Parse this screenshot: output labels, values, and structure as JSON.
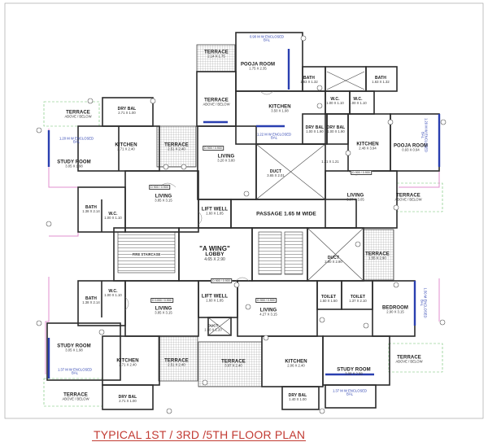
{
  "title": "TYPICAL 1ST / 3RD /5TH FLOOR PLAN",
  "wing_label": "\"A WING\"",
  "rooms": {
    "terrace_top": {
      "name": "TERRACE",
      "dims": "2.14 X 1.75"
    },
    "pooja_top": {
      "name": "POOJA ROOM",
      "dims": "1.75 X 2.35"
    },
    "enc_top": {
      "name": "0.90 M W ENCLOSED",
      "dims": "BAL"
    },
    "bath_top_1": {
      "name": "BATH",
      "dims": "1.83 X 1.32"
    },
    "bath_top_2": {
      "name": "BATH",
      "dims": "1.63 X 1.32"
    },
    "terrace_top_ab": {
      "name": "TERRACE",
      "dims": "ABOVE / BELOW"
    },
    "kitchen_top": {
      "name": "KITCHEN",
      "dims": "3.50 X 1.98"
    },
    "wc_top_1": {
      "name": "W.C.",
      "dims": "1.00 X 1.10"
    },
    "wc_top_2": {
      "name": "W.C.",
      "dims": "1.00 X 1.10"
    },
    "terrace_ul": {
      "name": "TERRACE",
      "dims": "ABOVE / BELOW"
    },
    "drybal_ul": {
      "name": "DRY BAL",
      "dims": "2.71 X 1.00"
    },
    "enc_ul": {
      "name": "1.20 M W ENCLOSED",
      "dims": "BAL"
    },
    "kitchen_ul": {
      "name": "KITCHEN",
      "dims": "2.71 X 2.40"
    },
    "terrace_ul2": {
      "name": "TERRACE",
      "dims": "2.51 X 2.40"
    },
    "study_ul": {
      "name": "STUDY ROOM",
      "dims": "3.05 X 1.98"
    },
    "enc_mid": {
      "name": "1.22 M W ENCLOSED",
      "dims": "BAL"
    },
    "drybal_top_1": {
      "name": "DRY BAL",
      "dims": "1.00 X 1.90"
    },
    "drybal_top_2": {
      "name": "DRY BAL",
      "dims": "1.00 X 1.90"
    },
    "living_top": {
      "name": "LIVING",
      "dims": "3.20 X 3.80"
    },
    "kitchen_ur": {
      "name": "KITCHEN",
      "dims": "2.48 X 3.94"
    },
    "pooja_ur": {
      "name": "POOJA ROOM",
      "dims": "0.93 X 0.94"
    },
    "enc_ur_top": {
      "name": "1.20 M W ENCLOSED",
      "dims": "BAL"
    },
    "duct_top": {
      "name": "DUCT",
      "dims": "3.65 X 2.01"
    },
    "living_ul": {
      "name": "LIVING",
      "dims": "3.85 X 3.15"
    },
    "living_ur": {
      "name": "LIVING",
      "dims": "3.07 X 3.05"
    },
    "terrace_ur": {
      "name": "TERRACE",
      "dims": "ABOVE / BELOW"
    },
    "bath_ul": {
      "name": "BATH",
      "dims": "1.38 X 2.14"
    },
    "wc_ul": {
      "name": "W.C.",
      "dims": "1.00 X 1.10"
    },
    "liftwell_top": {
      "name": "LIFT WELL",
      "dims": "1.60 X 1.85"
    },
    "passage": {
      "name": "PASSAGE 1.65 M WIDE",
      "dims": ""
    },
    "fire_staircase": {
      "name": "FIRE STAIRCASE",
      "dims": ""
    },
    "lobby": {
      "name": "LOBBY",
      "dims": "4.65 X 2.90"
    },
    "duct_right": {
      "name": "DUCT",
      "dims": "2.90 X 2.90"
    },
    "terrace_right": {
      "name": "TERRACE",
      "dims": "1.55 X 2.90"
    },
    "bath_ll": {
      "name": "BATH",
      "dims": "1.38 X 2.14"
    },
    "wc_ll": {
      "name": "W.C.",
      "dims": "1.00 X 1.10"
    },
    "living_ll": {
      "name": "LIVING",
      "dims": "3.85 X 3.15"
    },
    "liftwell_bot": {
      "name": "LIFT WELL",
      "dims": "1.60 X 1.85"
    },
    "living_lm": {
      "name": "LIVING",
      "dims": "4.27 X 3.15"
    },
    "toilet_1": {
      "name": "TOILET",
      "dims": "1.50 X 1.50"
    },
    "toilet_2": {
      "name": "TOILET",
      "dims": "1.37 X 2.10"
    },
    "bedroom_lr": {
      "name": "BEDROOM",
      "dims": "2.90 X 3.15"
    },
    "enc_lr": {
      "name": "1.50 M ENCLOSED",
      "dims": "BAL"
    },
    "duct_bot": {
      "name": "DUCT",
      "dims": "1.50 X 1.20"
    },
    "study_ll": {
      "name": "STUDY ROOM",
      "dims": "3.05 X 1.98"
    },
    "kitchen_ll": {
      "name": "KITCHEN",
      "dims": "2.71 X 2.40"
    },
    "terrace_ll": {
      "name": "TERRACE",
      "dims": "2.51 X 2.40"
    },
    "terrace_lm": {
      "name": "TERRACE",
      "dims": "3.97 X 2.40"
    },
    "kitchen_lm": {
      "name": "KITCHEN",
      "dims": "2.06 X 2.40"
    },
    "study_lr": {
      "name": "STUDY ROOM",
      "dims": "3.08 X 2.98"
    },
    "terrace_lr": {
      "name": "TERRACE",
      "dims": "ABOVE / BELOW"
    },
    "enc_ll": {
      "name": "1.37 M W ENCLOSED",
      "dims": "BAL"
    },
    "terrace_ll2": {
      "name": "TERRACE",
      "dims": "ABOVE / BELOW"
    },
    "drybal_ll": {
      "name": "DRY BAL",
      "dims": "2.71 X 1.00"
    },
    "drybal_lm": {
      "name": "DRY BAL",
      "dims": "1.40 X 1.00"
    },
    "enc_lr2": {
      "name": "1.37 M W ENCLOSED",
      "dims": "BAL"
    }
  },
  "door_tags": {
    "d1": "D 900 / 0.900",
    "d2": "D 900 / 0.900",
    "d3": "D 900 / 0.900",
    "d4": "D 1000 / 0.900",
    "d5": "D 900 / 0.900",
    "d6": "D 900 / 0.900",
    "duct_mid": "1.21 X 1.21"
  },
  "colors": {
    "wall": "#2b2b2b",
    "wall_accent": "#e28fcf",
    "boundary": "#b8a3e6",
    "enclosed": "#2a3fb0",
    "title": "#c23b33",
    "terrace_hatch": "#7a7a7a",
    "bubble": "#555555"
  }
}
